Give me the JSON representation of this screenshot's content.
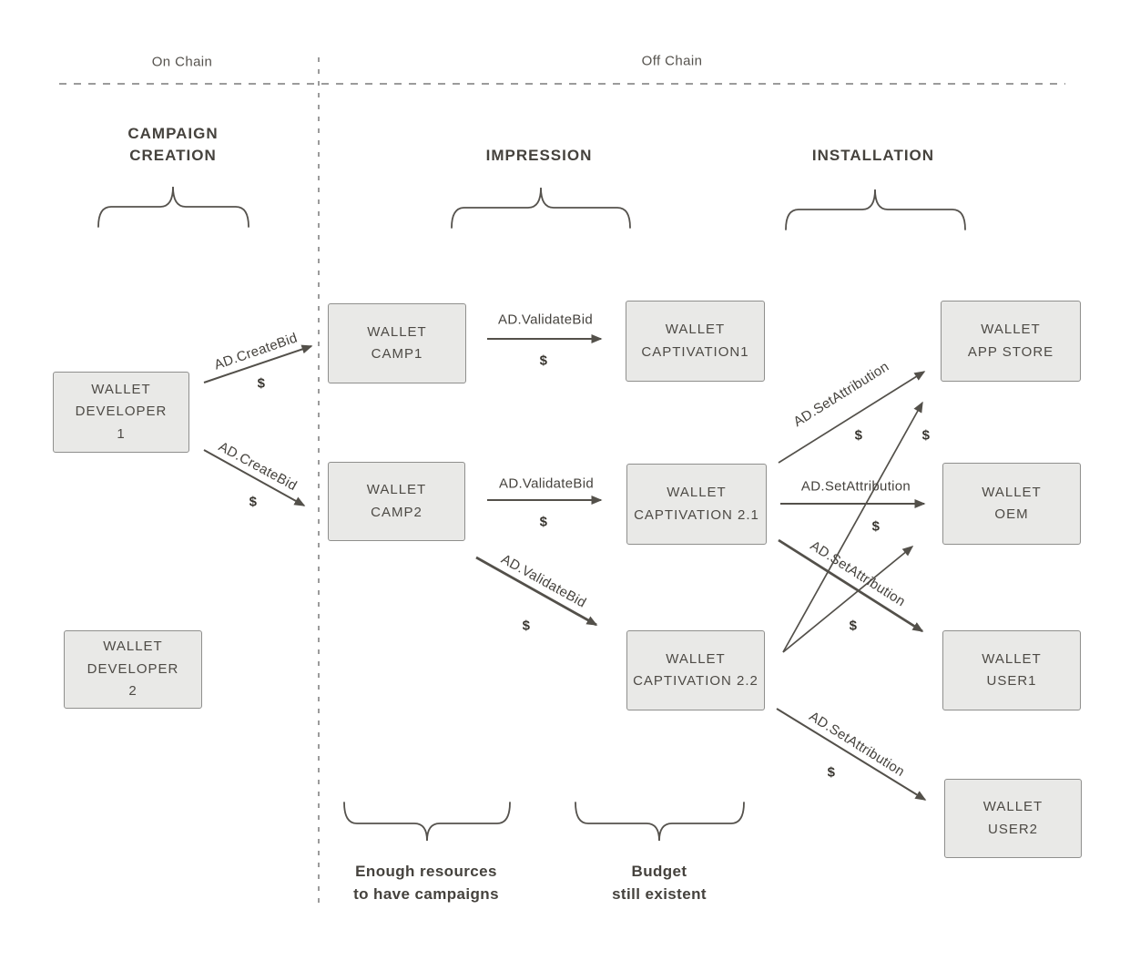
{
  "regions": {
    "on_chain": "On Chain",
    "off_chain": "Off Chain"
  },
  "phases": {
    "campaign_creation_line1": "CAMPAIGN",
    "campaign_creation_line2": "CREATION",
    "impression": "IMPRESSION",
    "installation": "INSTALLATION"
  },
  "nodes": {
    "developer1": {
      "line1": "WALLET",
      "line2": "DEVELOPER",
      "line3": "1"
    },
    "developer2": {
      "line1": "WALLET",
      "line2": "DEVELOPER",
      "line3": "2"
    },
    "camp1": {
      "line1": "WALLET",
      "line2": "CAMP1"
    },
    "camp2": {
      "line1": "WALLET",
      "line2": "CAMP2"
    },
    "captivation1": {
      "line1": "WALLET",
      "line2": "CAPTIVATION1"
    },
    "captivation21": {
      "line1": "WALLET",
      "line2": "CAPTIVATION 2.1"
    },
    "captivation22": {
      "line1": "WALLET",
      "line2": "CAPTIVATION 2.2"
    },
    "appstore": {
      "line1": "WALLET",
      "line2": "APP STORE"
    },
    "oem": {
      "line1": "WALLET",
      "line2": "OEM"
    },
    "user1": {
      "line1": "WALLET",
      "line2": "USER1"
    },
    "user2": {
      "line1": "WALLET",
      "line2": "USER2"
    }
  },
  "edges": {
    "create_bid_1": {
      "label": "AD.CreateBid",
      "fee": "$"
    },
    "create_bid_2": {
      "label": "AD.CreateBid",
      "fee": "$"
    },
    "validate_bid_1": {
      "label": "AD.ValidateBid",
      "fee": "$"
    },
    "validate_bid_2": {
      "label": "AD.ValidateBid",
      "fee": "$"
    },
    "validate_bid_3": {
      "label": "AD.ValidateBid",
      "fee": "$"
    },
    "set_attribution_appstore": {
      "label": "AD.SetAttribution",
      "fee": "$"
    },
    "set_attribution_appstore_2": {
      "fee": "$"
    },
    "set_attribution_oem": {
      "label": "AD.SetAttribution",
      "fee": "$"
    },
    "set_attribution_user1": {
      "label": "AD.SetAttribution",
      "fee": "$"
    },
    "set_attribution_user2": {
      "label": "AD.SetAttribution",
      "fee": "$"
    }
  },
  "captions": {
    "resources_line1": "Enough resources",
    "resources_line2": "to have campaigns",
    "budget_line1": "Budget",
    "budget_line2": "still existent"
  },
  "colors": {
    "background": "#ffffff",
    "box_fill": "#e9e9e7",
    "box_border": "#8f8f8d",
    "text": "#4d4a45",
    "connector": "#53504a",
    "dashed_line": "#9b9b9b"
  }
}
